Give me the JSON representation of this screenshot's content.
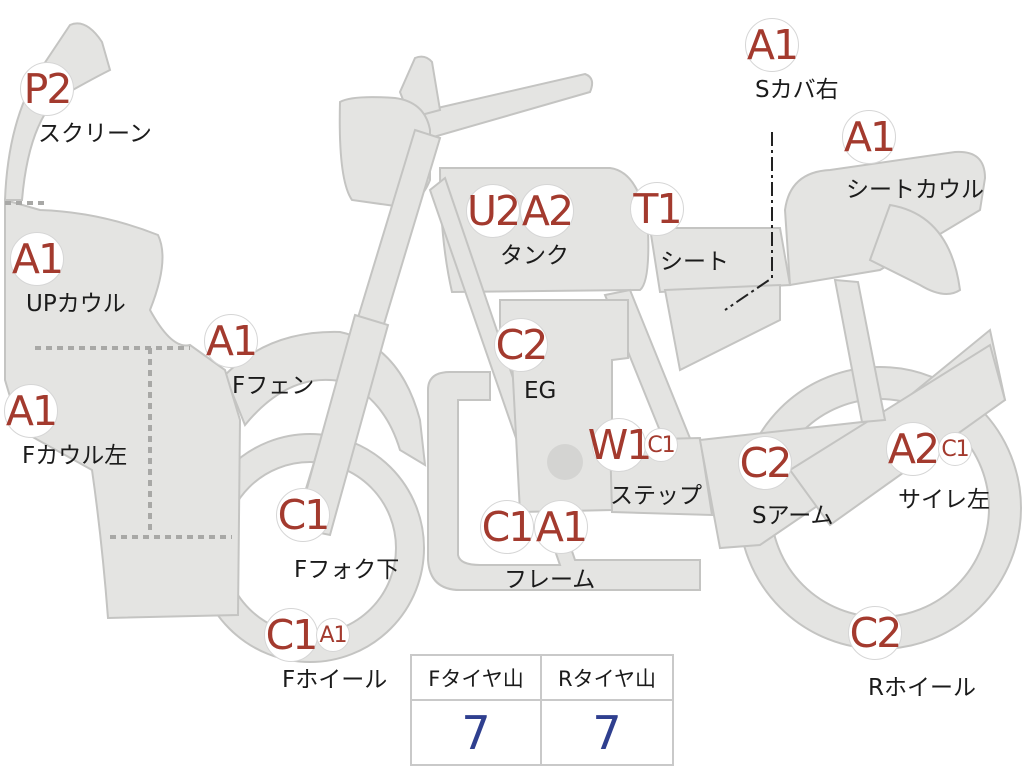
{
  "colors": {
    "fill": "#e4e4e2",
    "stroke": "#c4c4c2",
    "badge_text": "#a33a2e",
    "value_text": "#2f3f8f"
  },
  "parts": {
    "screen": {
      "badges": [
        "P2"
      ],
      "label": "スクリーン"
    },
    "up_cowl": {
      "badges": [
        "A1"
      ],
      "label": "UPカウル"
    },
    "f_cowl_left": {
      "badges": [
        "A1"
      ],
      "label": "Fカウル左"
    },
    "f_fender": {
      "badges": [
        "A1"
      ],
      "label": "Fフェン"
    },
    "f_fork_lower": {
      "badges": [
        "C1"
      ],
      "label": "Fフォク下"
    },
    "f_wheel": {
      "badges": [
        "C1"
      ],
      "small": "A1",
      "label": "Fホイール"
    },
    "tank": {
      "badges": [
        "U2",
        "A2"
      ],
      "label": "タンク"
    },
    "engine": {
      "badges": [
        "C2"
      ],
      "label": "EG"
    },
    "seat": {
      "badges": [
        "T1"
      ],
      "label": "シート"
    },
    "side_cover_r": {
      "badges": [
        "A1"
      ],
      "label": "Sカバ右"
    },
    "seat_cowl": {
      "badges": [
        "A1"
      ],
      "label": "シートカウル"
    },
    "step": {
      "badges": [
        "W1"
      ],
      "small": "C1",
      "label": "ステップ"
    },
    "frame": {
      "badges": [
        "C1",
        "A1"
      ],
      "label": "フレーム"
    },
    "swing_arm": {
      "badges": [
        "C2"
      ],
      "label": "Sアーム"
    },
    "silencer_l": {
      "badges": [
        "A2"
      ],
      "small": "C1",
      "label": "サイレ左"
    },
    "r_wheel": {
      "badges": [
        "C2"
      ],
      "label": "Rホイール"
    }
  },
  "tire_table": {
    "headers": [
      "Fタイヤ山",
      "Rタイヤ山"
    ],
    "values": [
      "7",
      "7"
    ]
  }
}
